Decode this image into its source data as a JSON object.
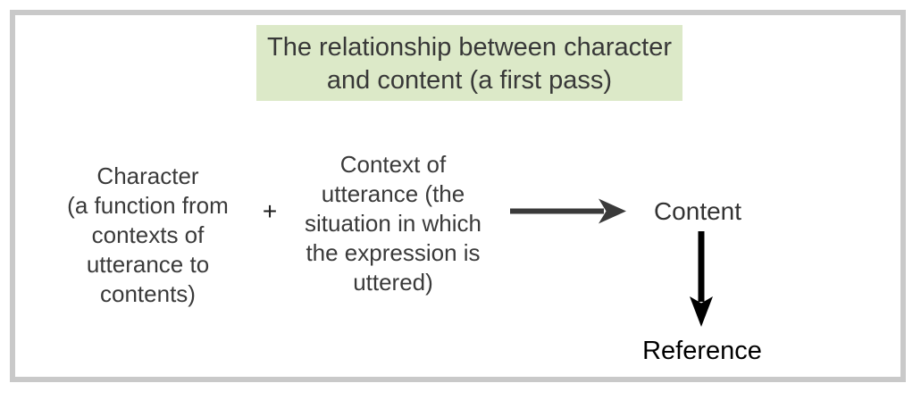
{
  "title": "The relationship between character\nand content (a first pass)",
  "nodes": {
    "character": "Character\n(a function from\ncontexts of\nutterance to\ncontents)",
    "plus": "+",
    "context": "Context of\nutterance (the\nsituation in which\nthe expression is\nuttered)",
    "content": "Content",
    "reference": "Reference"
  },
  "icons": {
    "right_arrow": "right-arrow-icon",
    "down_arrow": "down-arrow-icon"
  },
  "colors": {
    "title_background": "#dce9c8",
    "body_text": "#3a3a3a",
    "right_arrow": "#3a3a3a",
    "down_arrow": "#000000",
    "frame_border": "#c9c9c9"
  }
}
